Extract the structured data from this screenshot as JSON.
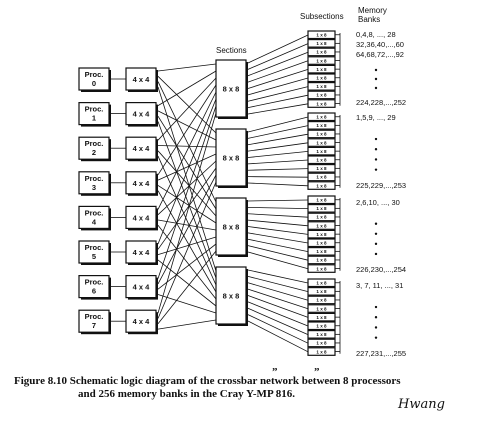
{
  "headers": {
    "sections": "Sections",
    "subsections": "Subsections",
    "memory_banks": "Memory\nBanks"
  },
  "processors": [
    "Proc.\n0",
    "Proc.\n1",
    "Proc.\n2",
    "Proc.\n3",
    "Proc.\n4",
    "Proc.\n5",
    "Proc.\n6",
    "Proc.\n7"
  ],
  "switch_label": "4 x 4",
  "section_label": "8 x 8",
  "subsection_label": "1 x 8",
  "bank_groups": [
    [
      "0,4,8, ..., 28",
      "32,36,40,...,60",
      "64,68,72,...,92",
      "224,228,...,252"
    ],
    [
      "1,5,9, ..., 29",
      "225,229,...,253"
    ],
    [
      "2,6,10, ..., 30",
      "226,230,...,254"
    ],
    [
      "3, 7, 11, ..., 31",
      "227,231,...,255"
    ]
  ],
  "caption": {
    "line1": "Figure 8.10 Schematic logic diagram of the crossbar network between 8 processors",
    "line2": "and 256 memory banks in the Cray Y-MP 816."
  },
  "marks": [
    "”",
    "”"
  ],
  "signature": "Hwang"
}
